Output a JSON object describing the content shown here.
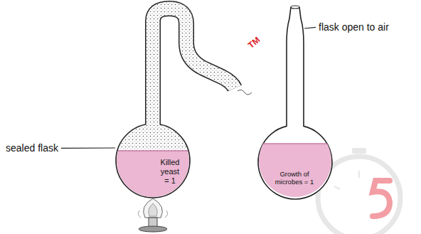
{
  "diagram": {
    "labels": [
      "sealed flask",
      "Killed yeast = 1",
      "flask open to air",
      "Growth of microbes = 1",
      "TM"
    ]
  }
}
